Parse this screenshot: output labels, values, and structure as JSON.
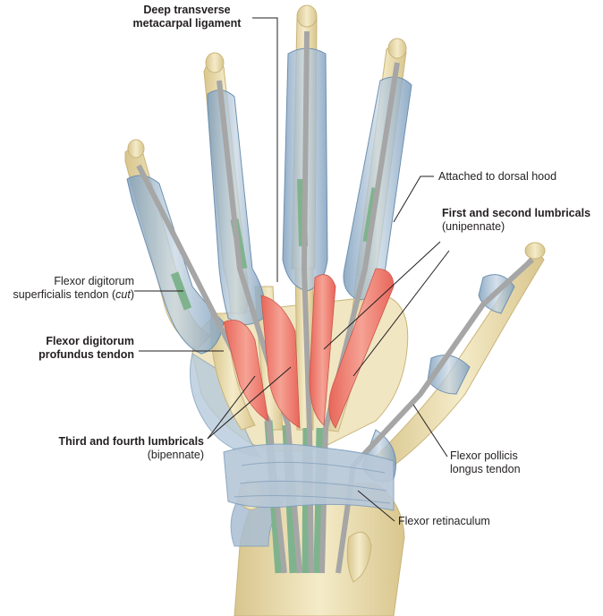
{
  "labels": {
    "deep_transverse": {
      "line1": "Deep transverse",
      "line2": "metacarpal ligament"
    },
    "dorsal_hood": "Attached to dorsal hood",
    "first_second_lumbricals": {
      "line1": "First and second lumbricals",
      "line2": "(unipennate)"
    },
    "fds_tendon": {
      "line1": "Flexor digitorum",
      "line2_prefix": "superficialis tendon (",
      "line2_italic": "cut",
      "line2_suffix": ")"
    },
    "fdp_tendon": {
      "line1": "Flexor digitorum",
      "line2": "profundus tendon"
    },
    "third_fourth_lumbricals": {
      "line1": "Third and fourth lumbricals",
      "line2": "(bipennate)"
    },
    "fpl_tendon": {
      "line1": "Flexor pollicis",
      "line2": "longus tendon"
    },
    "flexor_retinaculum": "Flexor retinaculum"
  },
  "colors": {
    "bone": "#efe3b8",
    "bone_edge": "#c9b47a",
    "sheath": "#9cb6cf",
    "tendon_fdp": "#a8a8a8",
    "tendon_fds": "#7fb38d",
    "lumbrical": "#ec7f6f",
    "retinaculum": "#b8c8d8",
    "leader": "#231f20"
  }
}
